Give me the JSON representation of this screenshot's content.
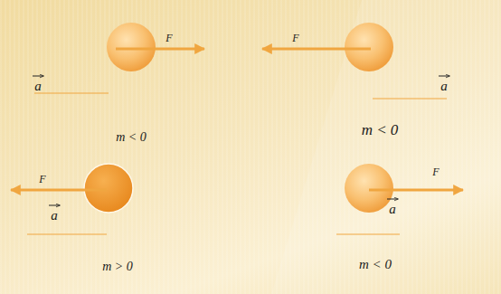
{
  "diagram": {
    "labels": [
      "F",
      "a",
      "m < 0",
      "F",
      "a",
      "m < 0",
      "F",
      "a",
      "m > 0",
      "F",
      "a",
      "m < 0"
    ]
  }
}
